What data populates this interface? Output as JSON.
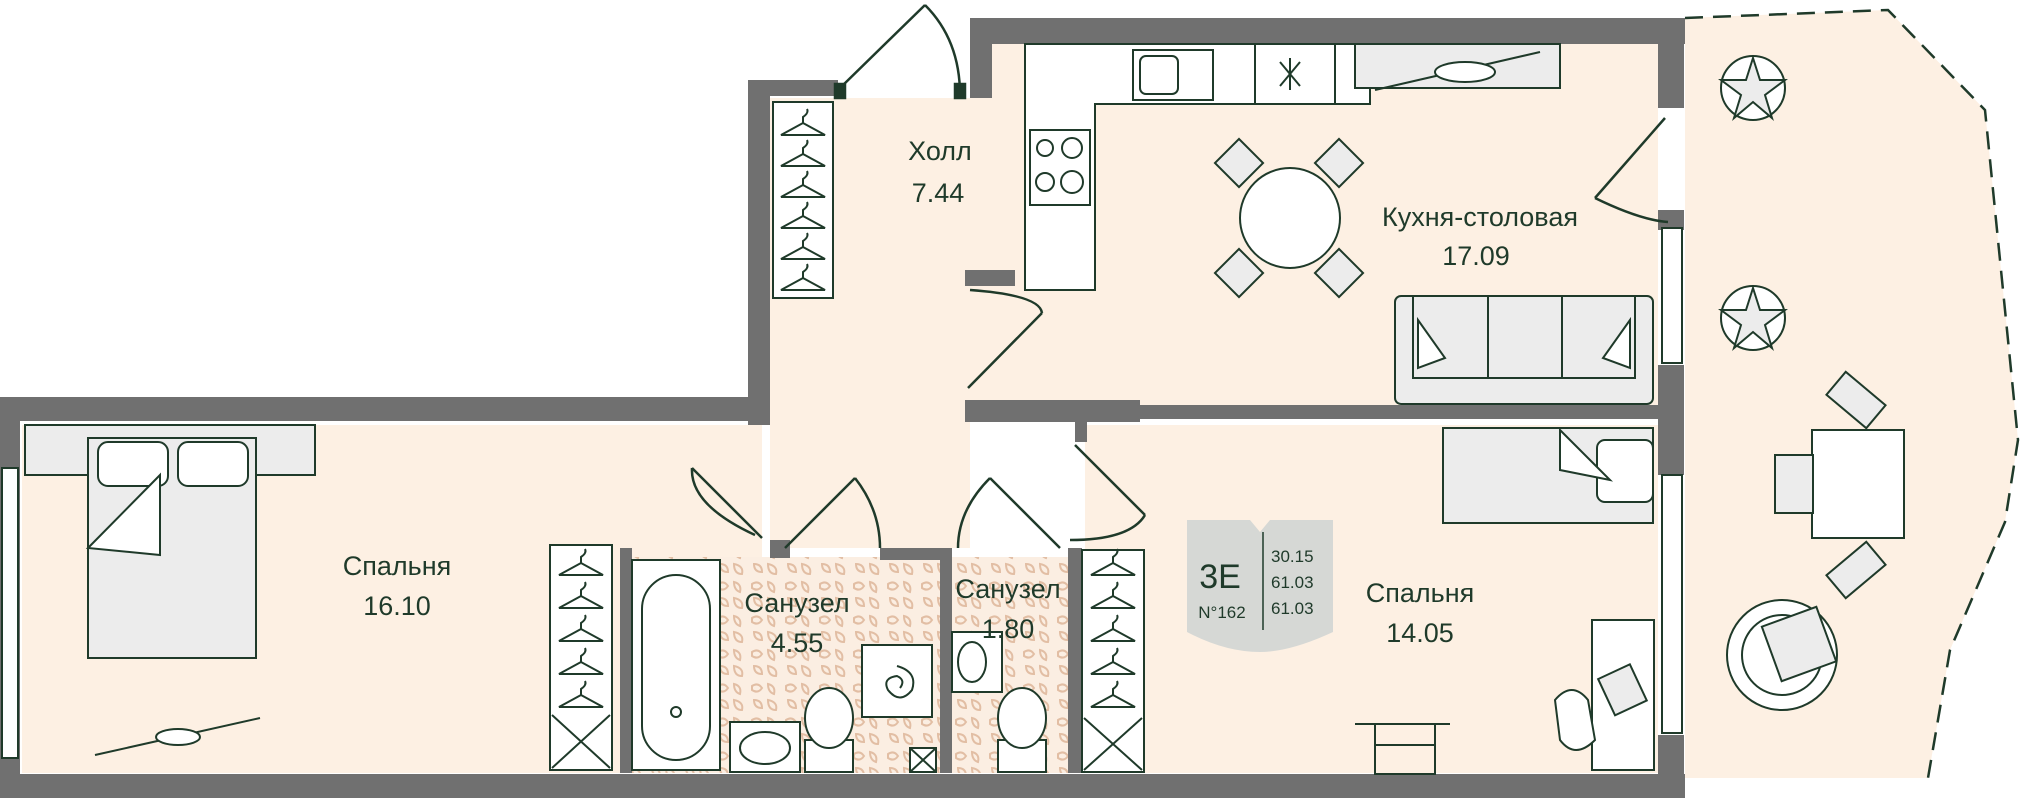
{
  "rooms": [
    {
      "id": "hall",
      "name": "Холл",
      "area": "7.44"
    },
    {
      "id": "kitchen",
      "name": "Кухня-столовая",
      "area": "17.09"
    },
    {
      "id": "bedroom1",
      "name": "Спальня",
      "area": "16.10"
    },
    {
      "id": "bath1",
      "name": "Санузел",
      "area": "4.55"
    },
    {
      "id": "bath2",
      "name": "Санузел",
      "area": "1.80"
    },
    {
      "id": "bedroom2",
      "name": "Спальня",
      "area": "14.05"
    }
  ],
  "badge": {
    "type": "3E",
    "number": "N°162",
    "areas": [
      "30.15",
      "61.03",
      "61.03"
    ]
  },
  "colors": {
    "wall": "#707070",
    "floor": "#fdf0e3",
    "line": "#1f3a2a",
    "tile": "#e8cbb4"
  }
}
